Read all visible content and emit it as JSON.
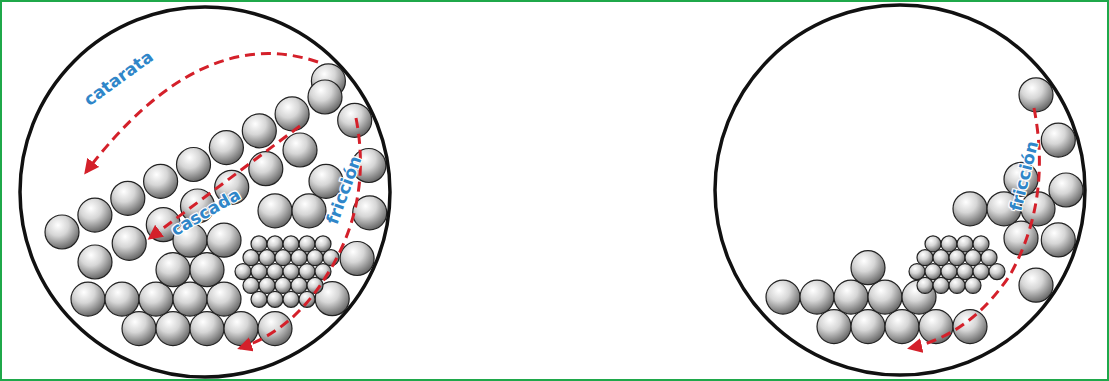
{
  "diagram": {
    "labels": [
      "catarata",
      "cascada",
      "fricción",
      "fricción"
    ]
  }
}
